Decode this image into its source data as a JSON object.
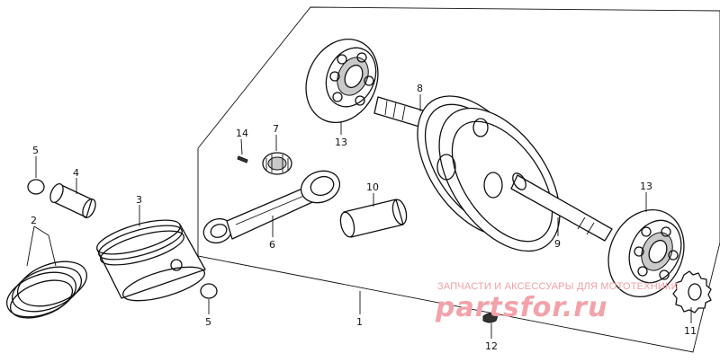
{
  "diagram": {
    "callouts": [
      {
        "id": "c1",
        "text": "1"
      },
      {
        "id": "c2",
        "text": "2"
      },
      {
        "id": "c3",
        "text": "3"
      },
      {
        "id": "c4",
        "text": "4"
      },
      {
        "id": "c5a",
        "text": "5"
      },
      {
        "id": "c5b",
        "text": "5"
      },
      {
        "id": "c6",
        "text": "6"
      },
      {
        "id": "c7",
        "text": "7"
      },
      {
        "id": "c8",
        "text": "8"
      },
      {
        "id": "c9",
        "text": "9"
      },
      {
        "id": "c10",
        "text": "10"
      },
      {
        "id": "c11",
        "text": "11"
      },
      {
        "id": "c12",
        "text": "12"
      },
      {
        "id": "c13a",
        "text": "13"
      },
      {
        "id": "c13b",
        "text": "13"
      },
      {
        "id": "c14",
        "text": "14"
      }
    ]
  },
  "watermark": {
    "tagline": "ЗАПЧАСТИ И АКСЕССУАРЫ ДЛЯ МОТОТЕХНИКИ",
    "logo": "partsfor.ru",
    "color": "#f0a0a6"
  }
}
